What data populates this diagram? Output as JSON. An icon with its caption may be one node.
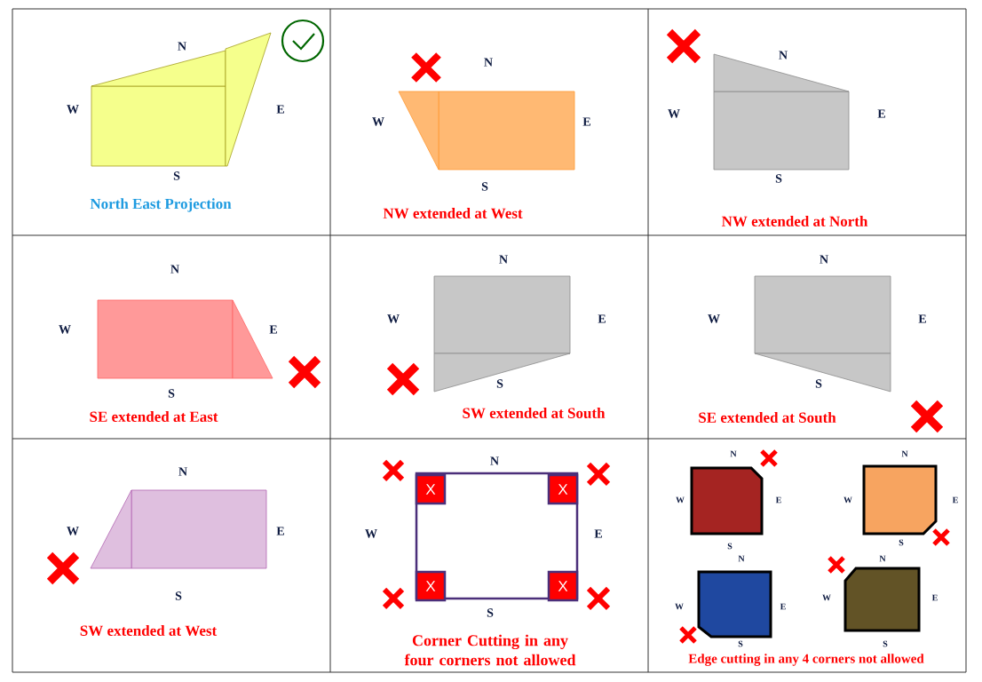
{
  "diagram": {
    "labels": [
      "N",
      "W",
      "E",
      "S",
      "North East Projection",
      "N",
      "W",
      "E",
      "S",
      "NW extended at West",
      "N",
      "W",
      "E",
      "S",
      "NW extended at North",
      "N",
      "W",
      "E",
      "S",
      "SE extended at East",
      "N",
      "W",
      "E",
      "S",
      "SW extended at South",
      "N",
      "W",
      "E",
      "S",
      "SE extended at South",
      "N",
      "W",
      "E",
      "S",
      "SW extended at West",
      "N",
      "X",
      "X",
      "W",
      "E",
      "X",
      "X",
      "S",
      "Corner Cutting in any four corners not allowed",
      "N",
      "W",
      "E",
      "S",
      "N",
      "W",
      "E",
      "S",
      "N",
      "W",
      "E",
      "S",
      "N",
      "W",
      "E",
      "S",
      "Edge cutting in any 4 corners not allowed"
    ]
  }
}
